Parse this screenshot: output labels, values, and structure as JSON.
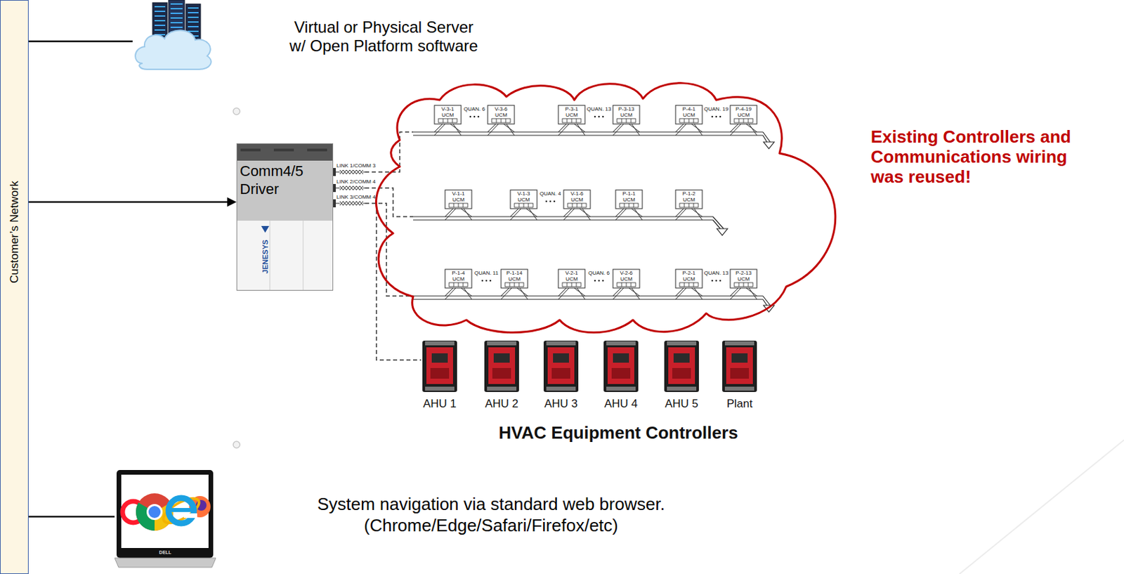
{
  "diagram": {
    "nodes": [
      {
        "text": [
          "Customer’s Network"
        ]
      },
      {
        "text": [
          "Virtual or Physical Server w/ Open Platform software"
        ]
      },
      {
        "text": [
          "Comm4/5 Driver"
        ]
      },
      {
        "text": [
          "System navigation via standard web browser. (Chrome/Edge/Safari/Firefox/etc)"
        ]
      }
    ],
    "edges": [
      {
        "from": 0,
        "to": 1,
        "arrow": "none"
      },
      {
        "from": 0,
        "to": 2,
        "arrow": "to"
      },
      {
        "from": 0,
        "to": 3,
        "arrow": "none"
      }
    ],
    "labels": [
      "LINK 1/COMM 3",
      "LINK 2/COMM 4",
      "LINK 3/COMM 4",
      "V-3-1 UCM",
      "QUAN. 6",
      "V-3-6 UCM",
      "P-3-1 UCM",
      "QUAN. 13",
      "P-3-13 UCM",
      "P-4-1 UCM",
      "QUAN. 19",
      "P-4-19 UCM",
      "V-1-1 UCM",
      "V-1-3 UCM",
      "QUAN. 4",
      "V-1-6 UCM",
      "P-1-1 UCM",
      "P-1-2 UCM",
      "P-1-4 UCM",
      "QUAN. 11",
      "P-1-14 UCM",
      "V-2-1 UCM",
      "QUAN. 6",
      "V-2-6 UCM",
      "P-2-1 UCM",
      "QUAN. 13",
      "P-2-13 UCM",
      "Existing Controllers and Communications wiring was reused!",
      "AHU 1",
      "AHU 2",
      "AHU 3",
      "AHU 4",
      "AHU 5",
      "Plant",
      "HVAC Equipment Controllers",
      "JENESYS",
      "DELL"
    ]
  }
}
